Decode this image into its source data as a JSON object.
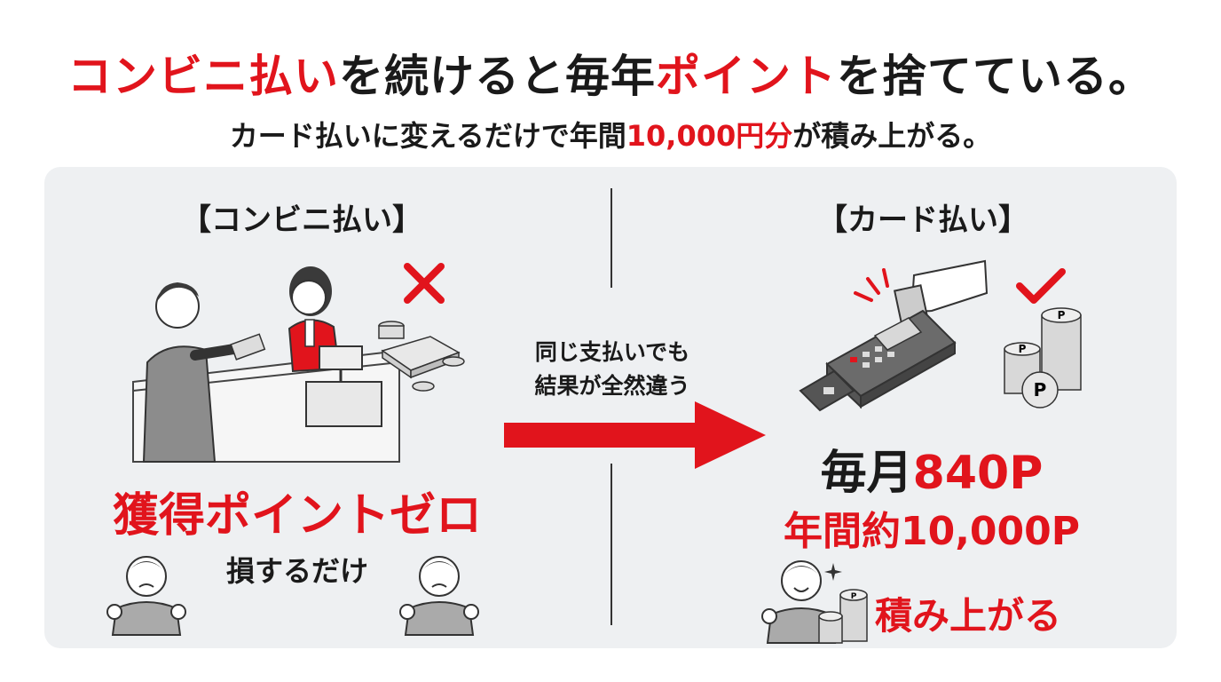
{
  "headline": {
    "part1": "コンビニ払い",
    "part2": "を続けると毎年",
    "part3": "ポイント",
    "part4": "を捨てている。"
  },
  "subline": {
    "part1": "カード払いに変えるだけで年間",
    "part2": "10,000円分",
    "part3": "が積み上がる。"
  },
  "left": {
    "label": "【コンビニ払い】",
    "result": "獲得ポイントゼロ",
    "sub": "損するだけ",
    "mark_icon": "cross-icon"
  },
  "middle": {
    "line1": "同じ支払いでも",
    "line2": "結果が全然違う",
    "arrow_icon": "arrow-right-icon"
  },
  "right": {
    "label": "【カード払い】",
    "monthly_prefix": "毎月",
    "monthly_value": "840P",
    "yearly": "年間約10,000P",
    "accumulate": "積み上がる",
    "mark_icon": "check-icon",
    "coin_letter": "P"
  },
  "colors": {
    "accent": "#e1141c",
    "text": "#1a1a1a",
    "panel": "#eef0f2"
  }
}
